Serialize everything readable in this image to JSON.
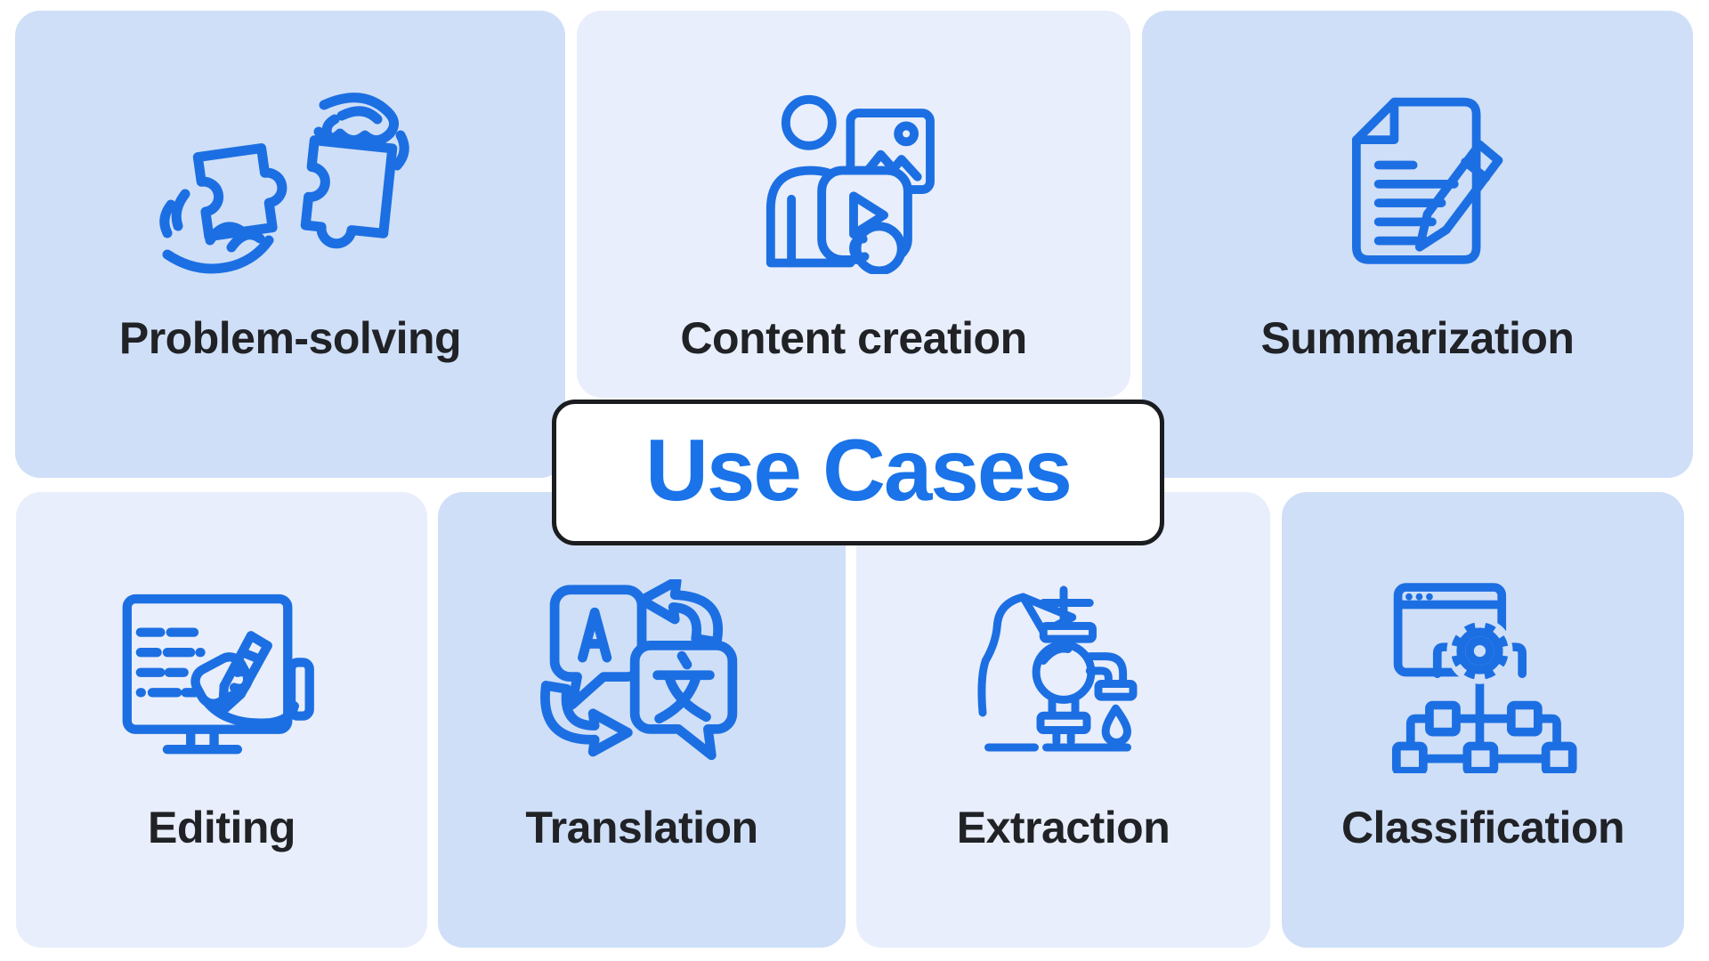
{
  "title": {
    "label": "Use Cases"
  },
  "colors": {
    "accent_blue": "#1c6fe2",
    "title_blue": "#1a73e8",
    "card_blue_dark": "#cfdff8",
    "card_blue_light": "#e8eefb",
    "label_ink": "#202226",
    "badge_border": "#1a1c1f",
    "page_bg": "#ffffff"
  },
  "cards": [
    {
      "label": "Problem-solving",
      "icon": "puzzle-hands-icon",
      "tone": "dark"
    },
    {
      "label": "Content creation",
      "icon": "person-media-icon",
      "tone": "light"
    },
    {
      "label": "Summarization",
      "icon": "document-pencil-icon",
      "tone": "dark"
    },
    {
      "label": "Editing",
      "icon": "monitor-edit-icon",
      "tone": "light"
    },
    {
      "label": "Translation",
      "icon": "speech-bubbles-translate-icon",
      "tone": "dark"
    },
    {
      "label": "Extraction",
      "icon": "water-pump-icon",
      "tone": "light"
    },
    {
      "label": "Classification",
      "icon": "window-gear-tree-icon",
      "tone": "dark"
    }
  ]
}
